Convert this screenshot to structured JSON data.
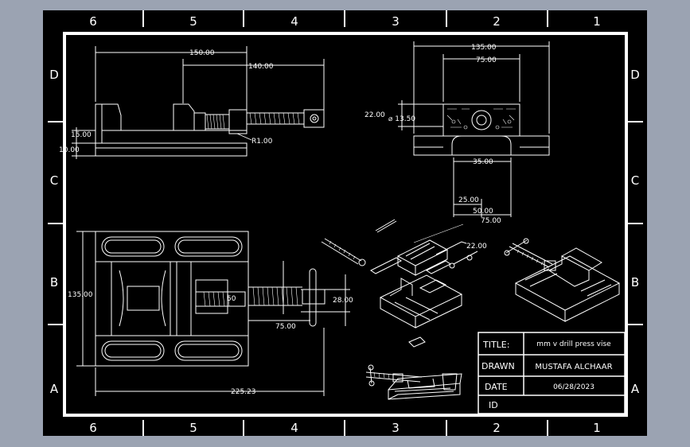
{
  "colors": {
    "background": "#9ba3b2",
    "sheet": "#000000",
    "line": "#ffffff"
  },
  "zone_columns": [
    "6",
    "5",
    "4",
    "3",
    "2",
    "1"
  ],
  "zone_rows": [
    "D",
    "C",
    "B",
    "A"
  ],
  "dimensions": {
    "front_150": "150.00",
    "front_140": "140.00",
    "front_15": "15.00",
    "front_10": "10.00",
    "front_r1": "R1.00",
    "side_135": "135.00",
    "side_75": "75.00",
    "side_22": "22.00",
    "side_dia": "⌀ 13.50",
    "side_35": "35.00",
    "side_25": "25.00",
    "side_50": "50.00",
    "side_75b": "75.00",
    "iso_22": "22.00",
    "top_135": "135.00",
    "top_50": "50",
    "top_28": "28.00",
    "top_75": "75.00",
    "top_225": "225.23"
  },
  "title_block": {
    "title_label": "TITLE:",
    "title_value": "mm v drill press vise",
    "drawn_label": "DRAWN",
    "drawn_value": "MUSTAFA ALCHAAR",
    "date_label": "DATE",
    "date_value": "06/28/2023",
    "id_label": "ID",
    "id_value": ""
  }
}
